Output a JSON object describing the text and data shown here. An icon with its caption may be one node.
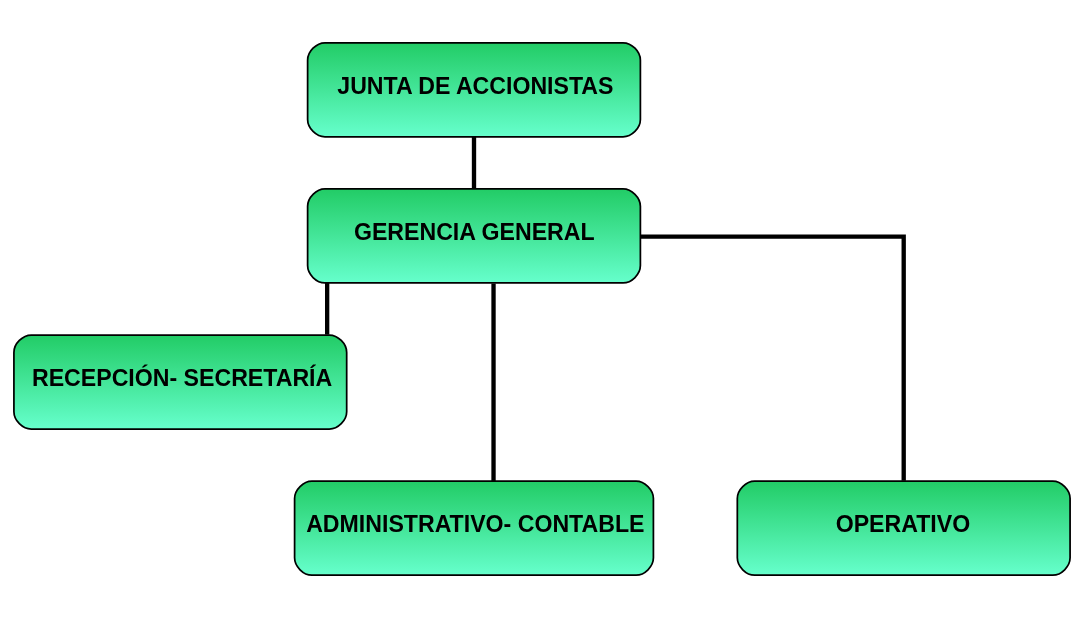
{
  "diagram": {
    "nodes": [
      {
        "text": [
          "JUNTA DE ACCIONISTAS"
        ]
      },
      {
        "text": [
          "GERENCIA GENERAL"
        ]
      },
      {
        "text": [
          "RECEPCIÓN- SECRETARÍA"
        ]
      },
      {
        "text": [
          "ADMINISTRATIVO- CONTABLE"
        ]
      },
      {
        "text": [
          "OPERATIVO"
        ]
      }
    ],
    "edges": [
      {
        "from": 0,
        "to": 1,
        "arrow": "none"
      },
      {
        "from": 1,
        "to": 2,
        "arrow": "none"
      },
      {
        "from": 1,
        "to": 3,
        "arrow": "none"
      },
      {
        "from": 1,
        "to": 4,
        "arrow": "none"
      }
    ]
  }
}
